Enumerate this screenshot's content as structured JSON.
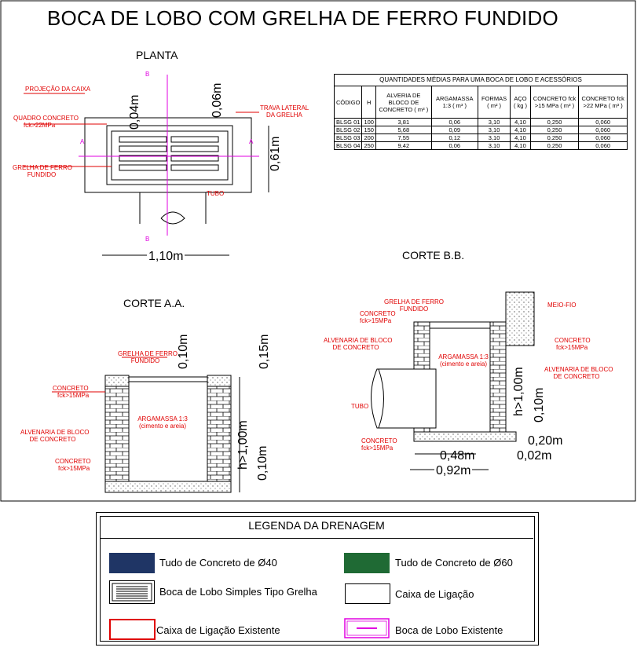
{
  "title": "BOCA DE LOBO COM GRELHA DE FERRO FUNDIDO",
  "views": {
    "planta": "PLANTA",
    "corte_aa": "CORTE A.A.",
    "corte_bb": "CORTE B.B."
  },
  "planta_labels": {
    "projecao": "PROJEÇÃO DA CAIXA",
    "quadro": "QUADRO CONCRETO",
    "quadro_fck": "fck>22MPa",
    "trava1": "TRAVA LATERAL",
    "trava2": "DA GRELHA",
    "grelha1": "GRELHA DE FERRO",
    "grelha2": "FUNDIDO",
    "tubo": "TUBO",
    "cut_a": "A",
    "cut_b": "B"
  },
  "planta_dims": {
    "d004": "0,04m",
    "d006": "0,06m",
    "d061": "0,61m",
    "d110": "1,10m"
  },
  "table": {
    "title": "QUANTIDADES MÉDIAS PARA UMA BOCA DE LOBO E ACESSÓRIOS",
    "headers": [
      "CÓDIGO",
      "H",
      "ALVERIA DE BLOCO DE CONCRETO ( m³ )",
      "ARGAMASSA 1:3 ( m³ )",
      "FORMAS ( m² )",
      "AÇO ( kg )",
      "CONCRETO fck >15 MPa ( m³ )",
      "CONCRETO fck >22 MPa ( m³ )"
    ],
    "rows": [
      [
        "BLSG 01",
        "100",
        "3,81",
        "0,06",
        "3,10",
        "4,10",
        "0,250",
        "0,060"
      ],
      [
        "BLSG 02",
        "150",
        "5,68",
        "0,09",
        "3,10",
        "4,10",
        "0,250",
        "0,060"
      ],
      [
        "BLSG 03",
        "200",
        "7,55",
        "0,12",
        "3,10",
        "4,10",
        "0,250",
        "0,060"
      ],
      [
        "BLSG 04",
        "250",
        "9,42",
        "0,06",
        "3,10",
        "4,10",
        "0,250",
        "0,060"
      ]
    ]
  },
  "corte_aa_labels": {
    "grelha1": "GRELHA DE FERRO",
    "grelha2": "FUNDIDO",
    "concreto1": "CONCRETO",
    "concreto1_fck": "fck>15MPa",
    "argamassa1": "ARGAMASSA 1:3",
    "argamassa2": "(cimento e areia)",
    "alvenaria1": "ALVENARIA DE BLOCO",
    "alvenaria2": "DE CONCRETO",
    "concreto2": "CONCRETO",
    "concreto2_fck": "fck>15MPa"
  },
  "corte_aa_dims": {
    "d010a": "0,10m",
    "d015": "0,15m",
    "dh": "h>1,00m",
    "d010b": "0,10m"
  },
  "corte_bb_labels": {
    "grelha1": "GRELHA DE FERRO",
    "grelha2": "FUNDIDO",
    "concreto1": "CONCRETO",
    "concreto1_fck": "fck>15MPa",
    "alvenaria1": "ALVENARIA DE BLOCO",
    "alvenaria2": "DE CONCRETO",
    "argamassa1": "ARGAMASSA 1:3",
    "argamassa2": "(cimento e areia)",
    "meiofio": "MEIO-FIO",
    "concreto2": "CONCRETO",
    "concreto2_fck": "fck>15MPa",
    "alvenaria3": "ALVENARIA DE BLOCO",
    "alvenaria4": "DE CONCRETO",
    "tubo": "TUBO",
    "concreto3": "CONCRETO",
    "concreto3_fck": "fck>15MPa"
  },
  "corte_bb_dims": {
    "dh": "h>1,00m",
    "d010": "0,10m",
    "d020": "0,20m",
    "d048": "0,48m",
    "d002": "0,02m",
    "d092": "0,92m"
  },
  "legend": {
    "title": "LEGENDA DA DRENAGEM",
    "items": [
      {
        "label": "Tudo de Concreto de Ø40",
        "color": "#1f3565"
      },
      {
        "label": "Tudo de Concreto de Ø60",
        "color": "#1f6a34"
      },
      {
        "label": "Boca de Lobo Simples Tipo Grelha"
      },
      {
        "label": "Caixa de Ligação"
      },
      {
        "label": "Caixa de Ligação Existente",
        "color": "#e00000"
      },
      {
        "label": "Boca de Lobo Existente",
        "color": "#e000e0"
      }
    ]
  }
}
